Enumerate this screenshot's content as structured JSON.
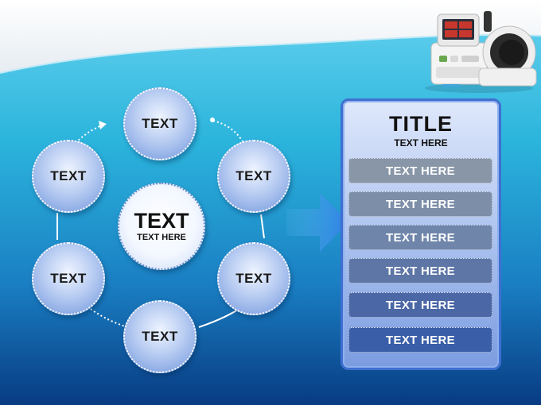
{
  "diagram": {
    "center": {
      "title": "TEXT",
      "subtitle": "TEXT HERE"
    },
    "nodes": [
      {
        "label": "TEXT"
      },
      {
        "label": "TEXT"
      },
      {
        "label": "TEXT"
      },
      {
        "label": "TEXT"
      },
      {
        "label": "TEXT"
      },
      {
        "label": "TEXT"
      }
    ]
  },
  "panel": {
    "title": "TITLE",
    "subtitle": "TEXT HERE",
    "items": [
      {
        "label": "TEXT HERE"
      },
      {
        "label": "TEXT HERE"
      },
      {
        "label": "TEXT HERE"
      },
      {
        "label": "TEXT HERE"
      },
      {
        "label": "TEXT HERE"
      },
      {
        "label": "TEXT HERE"
      }
    ]
  },
  "colors": {
    "background_top": "#f2f5f8",
    "background_teal": "#27b6dc",
    "background_bottom": "#0a3f86",
    "node_fill": "#8fb0ea",
    "panel_border": "#3f6fd0",
    "item_fill_light": "#8896a8",
    "item_fill_dark": "#3a5ea8",
    "arrow": "#3d8ee6"
  },
  "icons": {
    "device": "blood-pressure-monitor-icon",
    "arrow": "arrow-right-icon"
  }
}
